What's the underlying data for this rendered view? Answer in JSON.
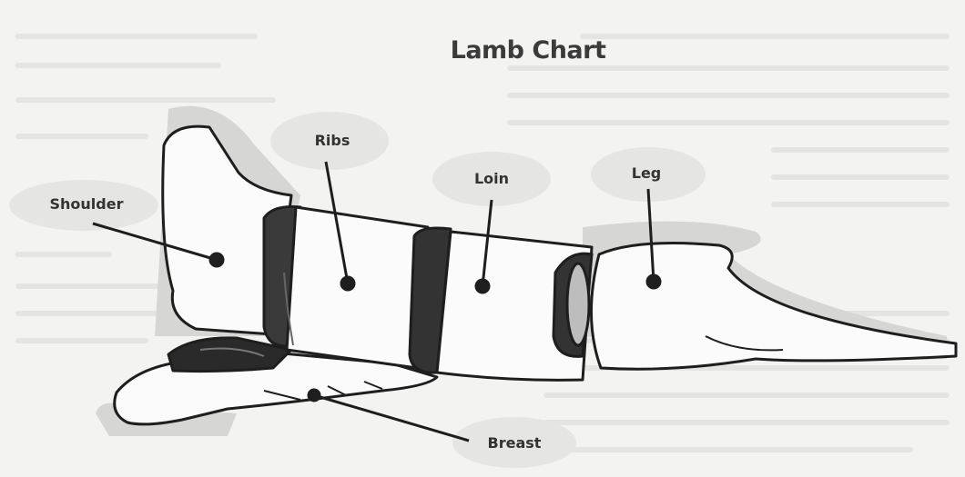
{
  "diagram": {
    "title": "Lamb Chart",
    "labels": {
      "shoulder": "Shoulder",
      "ribs": "Ribs",
      "loin": "Loin",
      "leg": "Leg",
      "breast": "Breast"
    }
  }
}
